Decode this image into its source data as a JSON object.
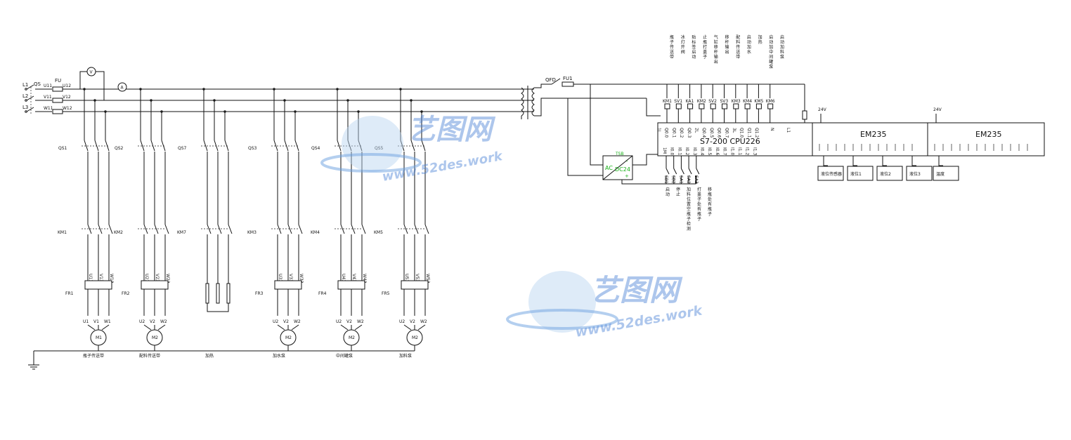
{
  "supply": {
    "phases": [
      "L1",
      "L2",
      "L3"
    ],
    "breaker": "QS",
    "fuse": "FU",
    "fuse_in": [
      "U11",
      "V11",
      "W11"
    ],
    "fuse_out": [
      "U12",
      "V12",
      "W12"
    ],
    "voltmeter": "V",
    "ammeter": "A"
  },
  "branches": [
    {
      "qs": "QS1",
      "km": "KM1",
      "fr": "FR1",
      "terms": [
        "U13",
        "V13",
        "W13"
      ],
      "motor_terms": [
        "U1",
        "V1",
        "W1"
      ],
      "motor": "M1",
      "caption": "瓶子传送带"
    },
    {
      "qs": "QS2",
      "km": "KM2",
      "fr": "FR2",
      "terms": [
        "U23",
        "V23",
        "W23"
      ],
      "motor_terms": [
        "U2",
        "V2",
        "W2"
      ],
      "motor": "M2",
      "caption": "配料传送带"
    },
    {
      "qs": "QS7",
      "km": "KM7",
      "fr": "",
      "terms": [],
      "motor_terms": [],
      "motor": "",
      "caption": "加热"
    },
    {
      "qs": "QS3",
      "km": "KM3",
      "fr": "FR3",
      "terms": [
        "U33",
        "V33",
        "W33"
      ],
      "motor_terms": [
        "U2",
        "V2",
        "W2"
      ],
      "motor": "M2",
      "caption": "加水泵"
    },
    {
      "qs": "QS4",
      "km": "KM4",
      "fr": "FR4",
      "terms": [
        "U43",
        "V43",
        "W43"
      ],
      "motor_terms": [
        "U2",
        "V2",
        "W2"
      ],
      "motor": "M2",
      "caption": "中间罐泵"
    },
    {
      "qs": "QS5",
      "km": "KM5",
      "fr": "FR5",
      "terms": [
        "U53",
        "V53",
        "W53"
      ],
      "motor_terms": [
        "U2",
        "V2",
        "W2"
      ],
      "motor": "M2",
      "caption": "加料泵"
    }
  ],
  "control": {
    "qf_label": "QFD",
    "fu_label": "FU1",
    "psu_top": "TSB",
    "psu_ac": "AC",
    "psu_dc": "DC24",
    "psu_minus": "-",
    "psu_plus": "+",
    "plc_title": "S7-200   CPU226",
    "output_terms": [
      "1L",
      "Q0.0",
      "Q0.1",
      "Q0.2",
      "Q0.3",
      "2L",
      "Q0.4",
      "Q0.5",
      "Q0.6",
      "Q0.7",
      "3L",
      "Q1.0",
      "Q1.1",
      "Q1.2",
      "N",
      "L1"
    ],
    "input_terms": [
      "1M",
      "I0.0",
      "I0.1",
      "I0.2",
      "I0.3",
      "I0.4",
      "I0.5",
      "I0.6",
      "I0.7",
      "I1.0",
      "I1.1",
      "I1.2",
      "I1.3"
    ],
    "output_devices": [
      "KM1",
      "SV1",
      "KA1",
      "KM2",
      "SV2",
      "SV3",
      "KM3",
      "KM4",
      "KM5",
      "KM6"
    ],
    "output_labels": [
      "瓶子传送带",
      "冰灯开阀",
      "贴标签启动",
      "止瓶打盖子",
      "气缸移杆输出",
      "移杆输出",
      "配料传送带",
      "启动加水",
      "加热",
      "启动加中间罐泵",
      "启动加料泵"
    ],
    "input_devices": [
      "SB1",
      "SB2",
      "SA1",
      "SA2",
      "SA3"
    ],
    "input_labels": [
      "启动",
      "停止",
      "加料位置空瓶子检测",
      "打盖子处有瓶子",
      "移瓶处有瓶子"
    ],
    "em_power": "24V",
    "em_modules": [
      {
        "title": "EM235",
        "sensors": [
          "液位传感器",
          "液位1",
          "液位2",
          "液位3"
        ]
      },
      {
        "title": "EM235",
        "sensors": [
          "温度"
        ]
      }
    ]
  },
  "watermarks": [
    {
      "brand": "艺图网",
      "url": "www.52des.work"
    },
    {
      "brand": "艺图网",
      "url": "www.52des.work"
    }
  ]
}
